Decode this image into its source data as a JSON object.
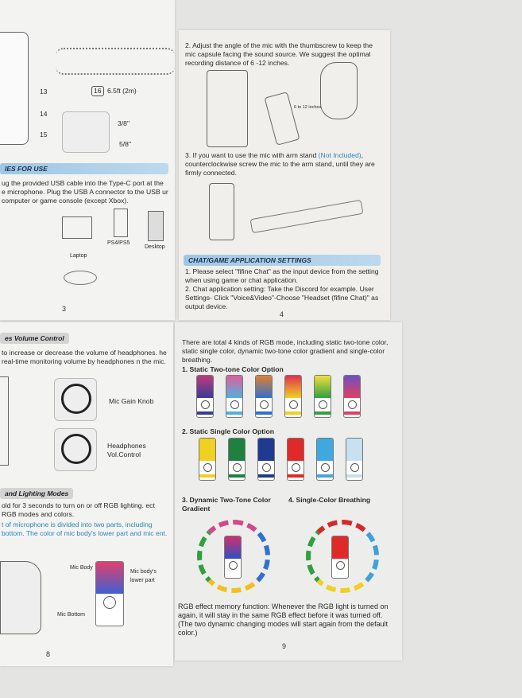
{
  "page3": {
    "cable_length": "6.5ft (2m)",
    "callout_16": "16",
    "callout_13": "13",
    "callout_14": "14",
    "callout_15": "15",
    "thread_1": "3/8\"",
    "thread_2": "5/8\"",
    "header": "IES FOR USE",
    "text": "ug the provided USB cable into the Type-C port at the e microphone. Plug the USB A connector to the USB ur computer or game console (except Xbox).",
    "labels": {
      "laptop": "Laptop",
      "ps": "PS4/PS5",
      "desktop": "Desktop"
    },
    "page_number": "3"
  },
  "page4": {
    "step2": "2. Adjust the angle of the mic with the thumbscrew to keep the mic capsule facing the sound source. We suggest the optimal recording distance of 6 -12 inches.",
    "distance_label": "6 to 12 inches",
    "step3_a": "3. If you want to use the mic with arm stand ",
    "step3_note": "(Not Included)",
    "step3_b": ", counterclockwise screw the mic to the arm stand, until they are firmly connected.",
    "header": "CHAT/GAME APPLICATION SETTINGS",
    "item1": "1. Please select \"fifine Chat\" as the input device from the setting when using game or chat application.",
    "item2": "2. Chat application setting: Take the Discord for example. User Settings- Click \"Voice&Video\"-Choose \"Headset (fifine Chat)\" as output device.",
    "page_number": "4"
  },
  "page8": {
    "header1": "es Volume Control",
    "text1": "to increase or decrease the volume of headphones. he real-time monitoring volume by headphones n the mic.",
    "mic_gain": "Mic Gain Knob",
    "headphones": "Headphones Vol.Control",
    "header2": "and Lighting Modes",
    "text2": "old for 3 seconds to turn on or off RGB lighting. ect RGB modes and colors.",
    "text3": "t of microphone is divided into two parts, including bottom. The color of mic body's lower part and mic ent.",
    "mic_body": "Mic Body",
    "mic_lower": "Mic body's lower part",
    "mic_bottom": "Mic Bottom",
    "page_number": "8"
  },
  "page9": {
    "intro": "There are total 4 kinds of RGB mode, including static two-tone color, static single color, dynamic two-tone color gradient and single-color breathing.",
    "opt1": "1. Static Two-tone Color Option",
    "opt1_colors": [
      [
        "#c03a7a",
        "#3a3a9a"
      ],
      [
        "#e0609a",
        "#50b0e0"
      ],
      [
        "#e08030",
        "#3070d0"
      ],
      [
        "#e03050",
        "#f0d020"
      ],
      [
        "#f0e040",
        "#30a040"
      ],
      [
        "#7050c0",
        "#e04060"
      ]
    ],
    "opt2": "2. Static Single Color Option",
    "opt2_colors": [
      "#f0d020",
      "#208040",
      "#203a90",
      "#e02a2a",
      "#40a8e0",
      "#c8e0f0"
    ],
    "opt3": "3. Dynamic Two-Tone Color Gradient",
    "opt4": "4. Single-Color Breathing",
    "memory": "RGB effect memory function: Whenever the RGB light is turned on again, it will stay in the same RGB effect before it was turned off. (The two dynamic changing modes will start again from the default color.)",
    "page_number": "9"
  }
}
